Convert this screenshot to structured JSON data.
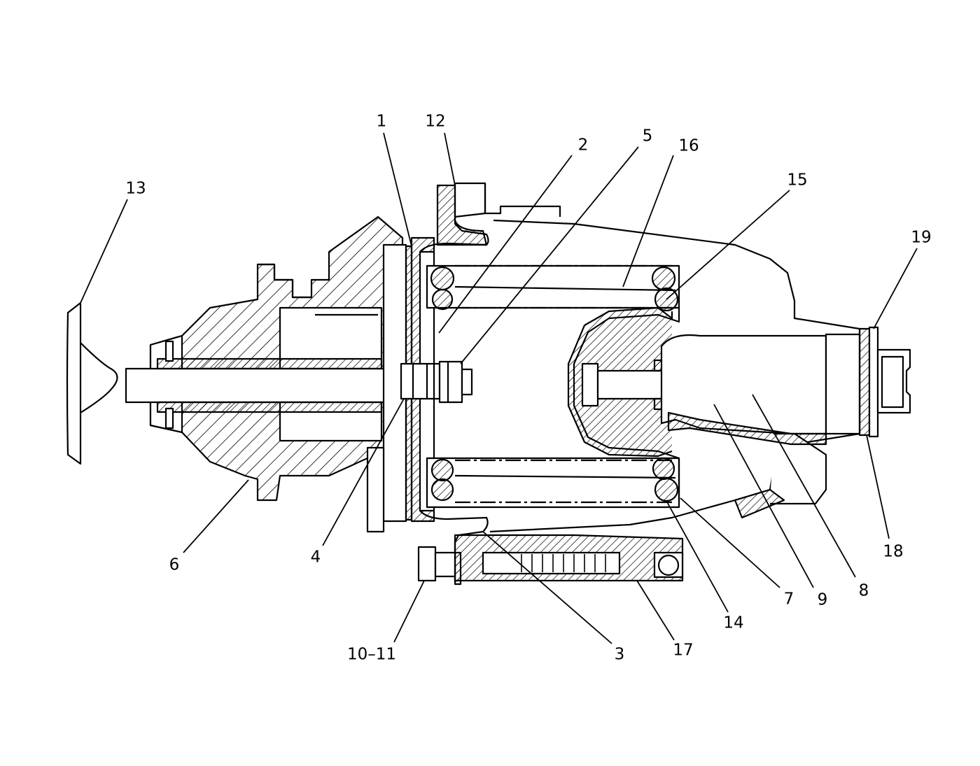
{
  "figure": {
    "type": "exploded-section drawing",
    "labels": {
      "l1": "1",
      "l2": "2",
      "l3": "3",
      "l4": "4",
      "l5": "5",
      "l6": "6",
      "l7": "7",
      "l8": "8",
      "l9": "9",
      "l10_11": "10–11",
      "l12": "12",
      "l13": "13",
      "l14": "14",
      "l15": "15",
      "l16": "16",
      "l17": "17",
      "l18": "18",
      "l19": "19"
    },
    "colors": {
      "ink": "#000000",
      "paper": "#ffffff"
    }
  }
}
